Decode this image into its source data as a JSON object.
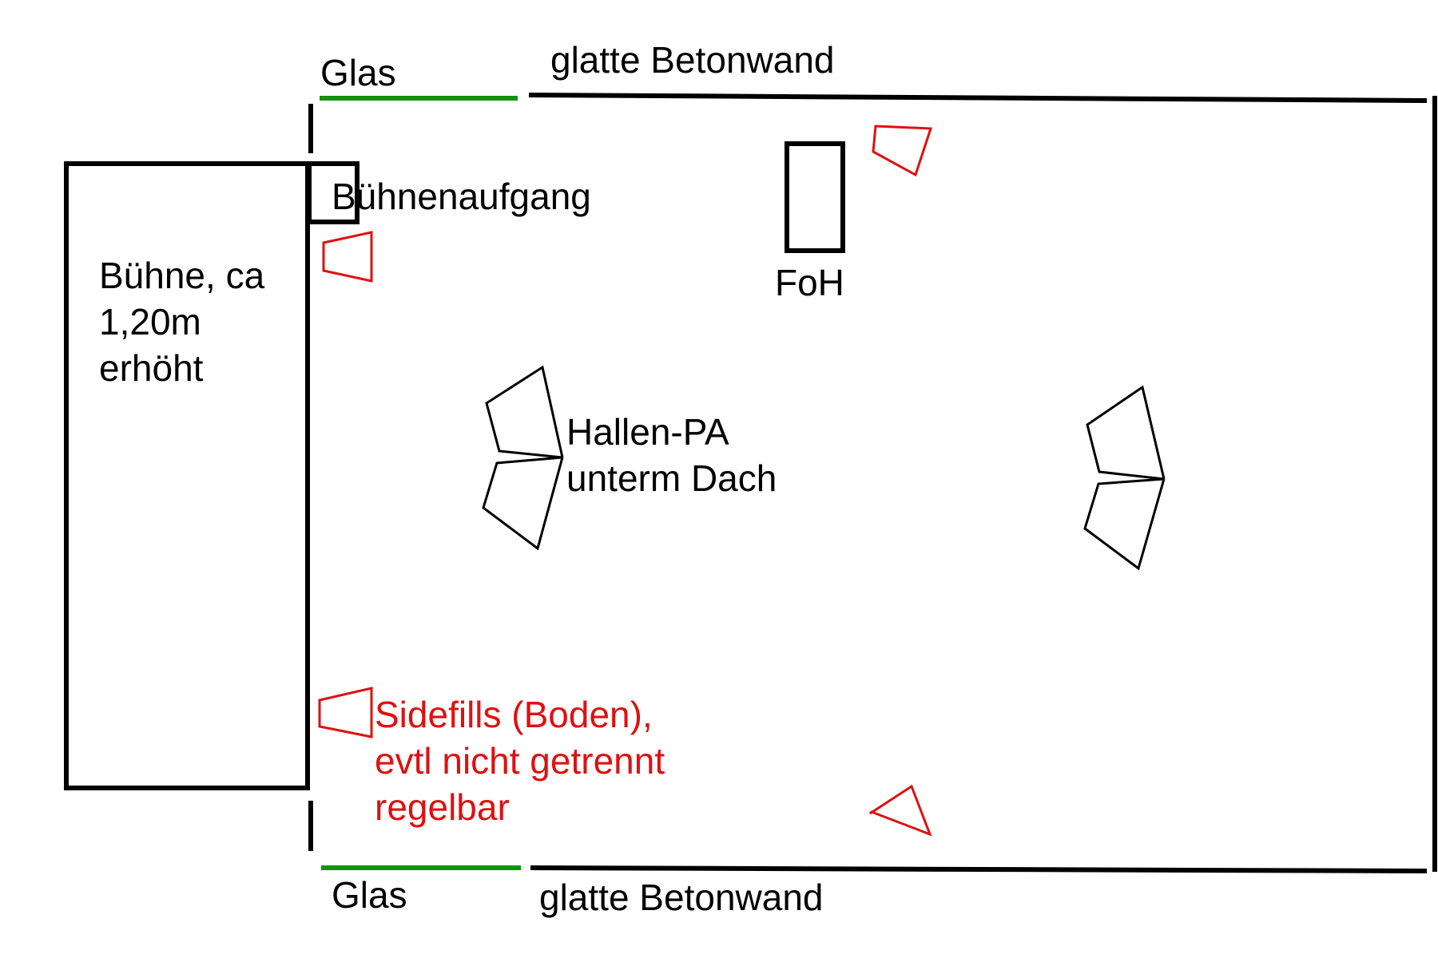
{
  "colors": {
    "wall": "#000000",
    "glass": "#129212",
    "sidefill": "#dd1111",
    "text": "#000000"
  },
  "labels": {
    "glass_top": "Glas",
    "wall_top": "glatte Betonwand",
    "stage_access": "Bühnenaufgang",
    "stage_line1": "Bühne, ca",
    "stage_line2": "1,20m",
    "stage_line3": "erhöht",
    "foh": "FoH",
    "pa_line1": "Hallen-PA",
    "pa_line2": "unterm Dach",
    "sidefills_line1": "Sidefills (Boden),",
    "sidefills_line2": "evtl nicht getrennt",
    "sidefills_line3": "regelbar",
    "glass_bottom": "Glas",
    "wall_bottom": "glatte Betonwand"
  },
  "icons": {
    "pa_cluster": "line-array-speaker",
    "sidefill": "floor-monitor-speaker"
  }
}
